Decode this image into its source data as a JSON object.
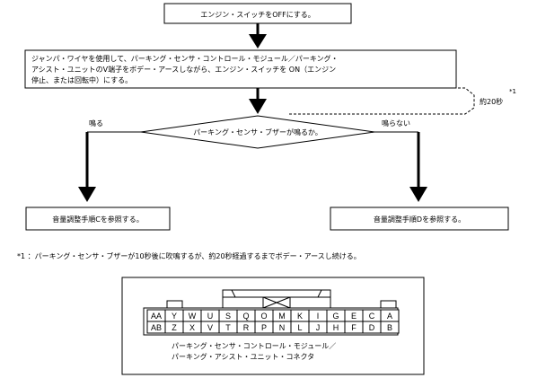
{
  "steps": {
    "step1": "エンジン・スイッチをOFFにする。",
    "step2_lines": [
      "ジャンパ・ワイヤを使用して、パーキング・センサ・コントロール・モジュール／パーキング・",
      "アシスト・ユニットのV端子をボデー・アースしながら、エンジン・スイッチを ON（エンジン",
      "停止、または回転中）にする。"
    ],
    "wait_label": "約20秒",
    "wait_note_marker": "*1",
    "decision": "パーキング・センサ・ブザーが鳴るか。",
    "branch_yes": "鳴る",
    "branch_no": "鳴らない",
    "result_yes": "音量調整手順Cを参照する。",
    "result_no": "音量調整手順Dを参照する。"
  },
  "footnote": "*1 ：パーキング・センサ・ブザーが10秒後に吹鳴するが、約20秒経過するまでボデー・アースし続ける。",
  "connector": {
    "top_row": [
      "AA",
      "Y",
      "W",
      "U",
      "S",
      "Q",
      "O",
      "M",
      "K",
      "I",
      "G",
      "E",
      "C",
      "A"
    ],
    "bottom_row": [
      "AB",
      "Z",
      "X",
      "V",
      "T",
      "R",
      "P",
      "N",
      "L",
      "J",
      "H",
      "F",
      "D",
      "B"
    ],
    "caption_lines": [
      "パーキング・センサ・コントロール・モジュール／",
      "パーキング・アシスト・ユニット・コネクタ"
    ]
  }
}
